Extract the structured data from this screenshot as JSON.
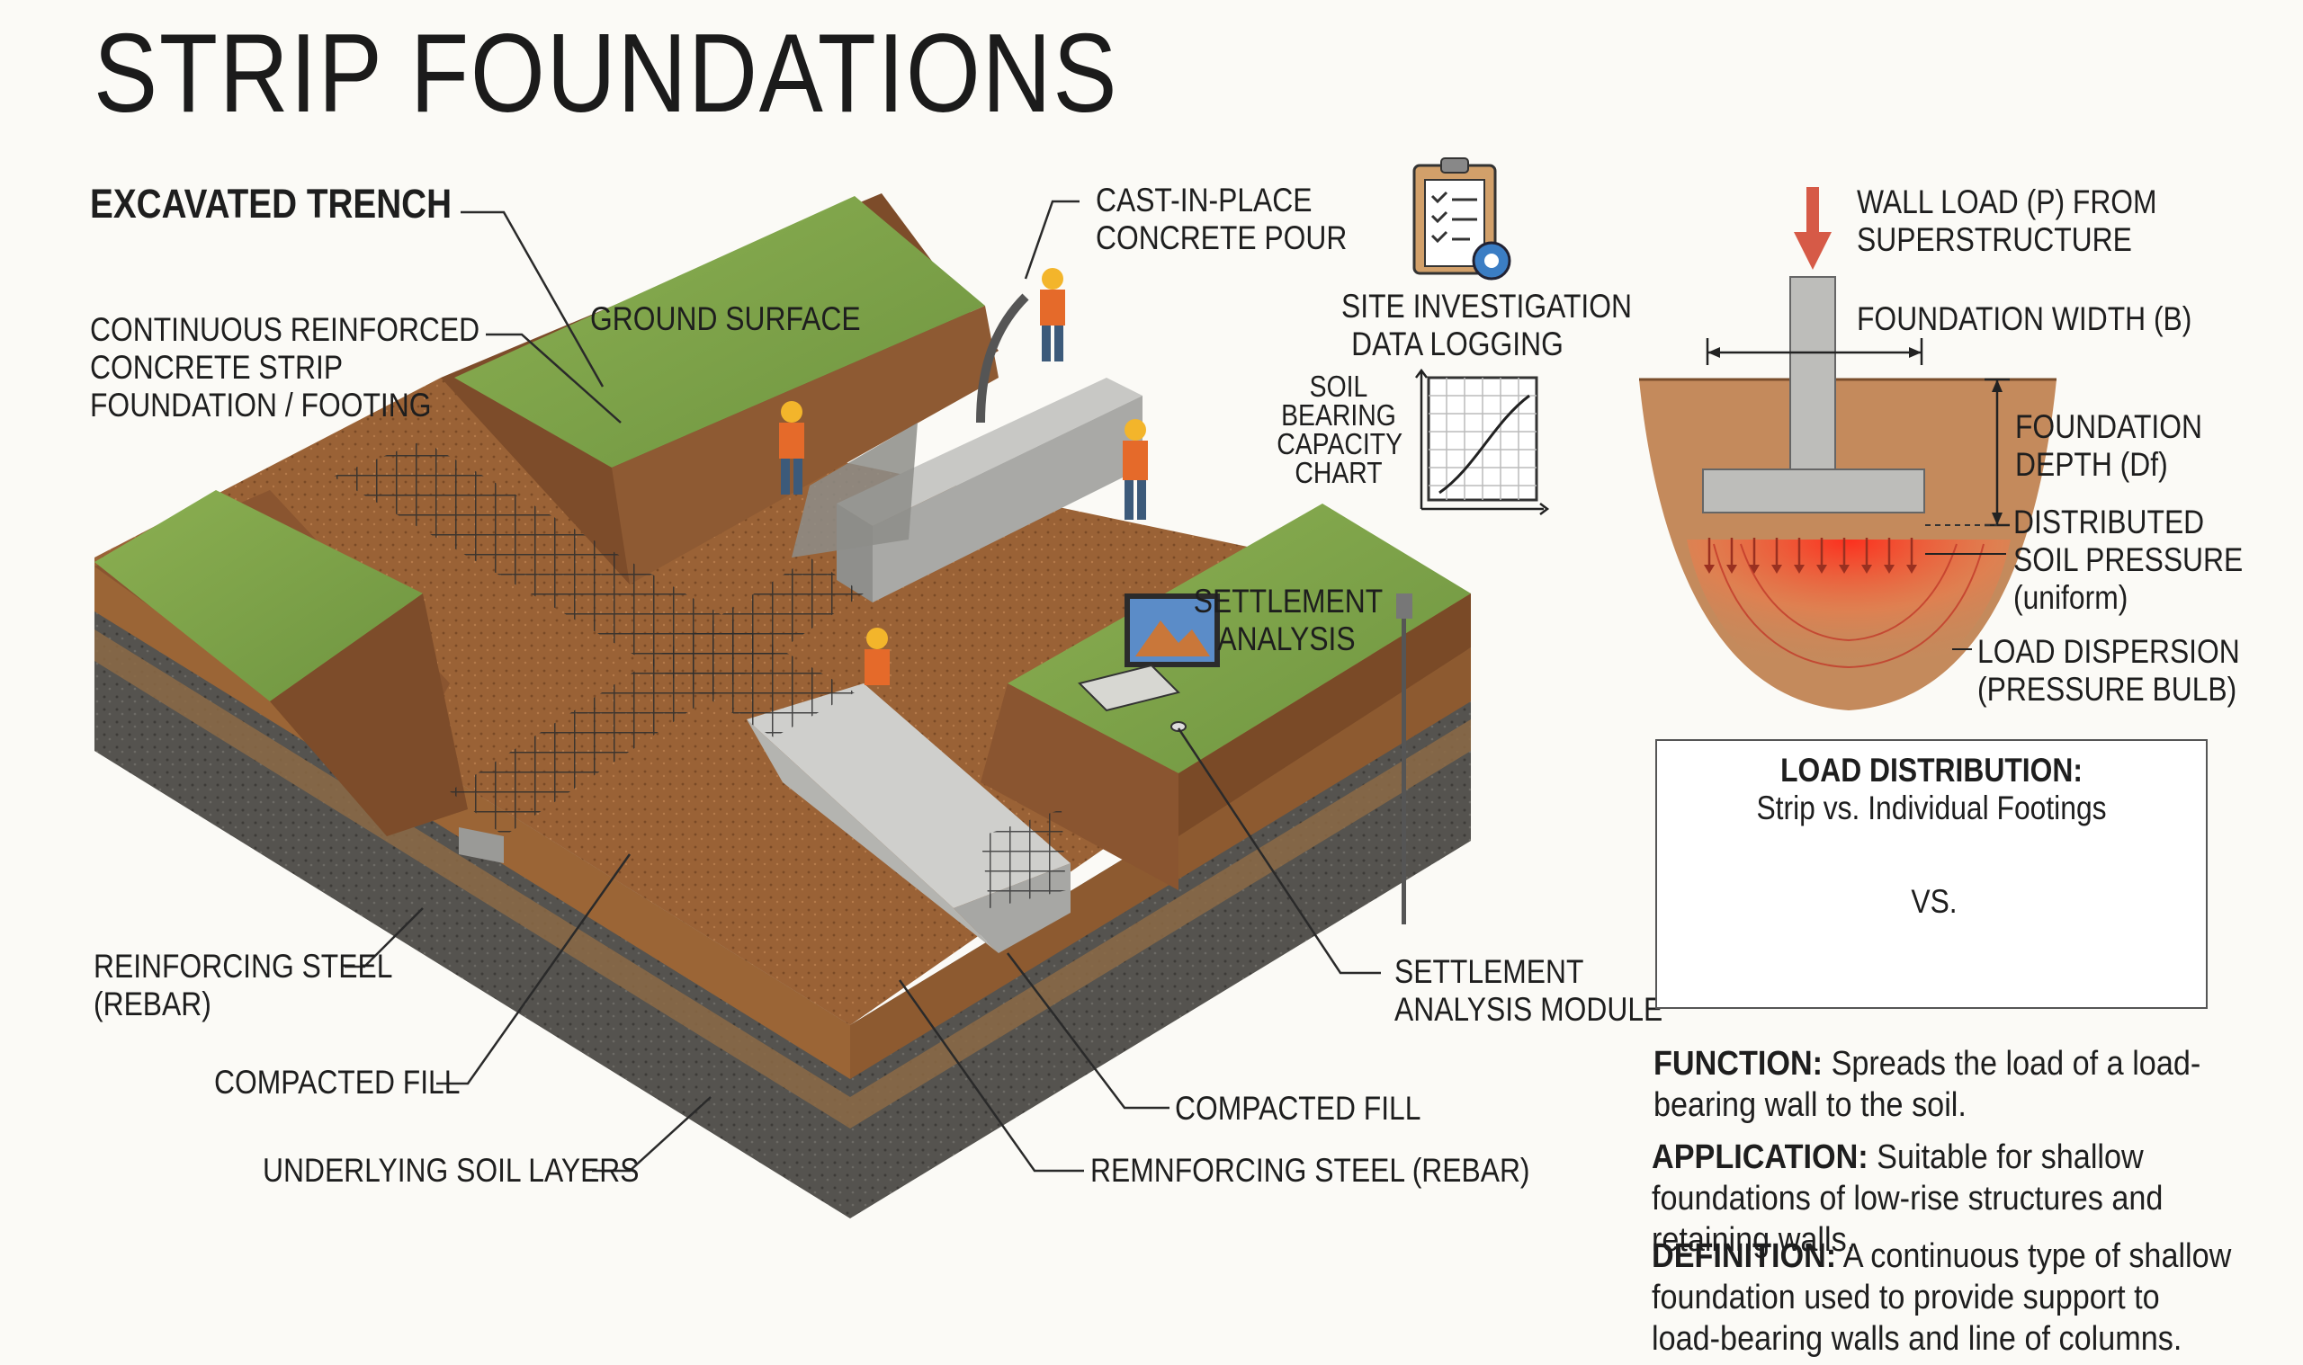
{
  "title": "STRIP FOUNDATIONS",
  "labels": {
    "excavated_trench": "EXCAVATED TRENCH",
    "continuous_footing": [
      "CONTINUOUS REINFORCED",
      "CONCRETE STRIP",
      "FOUNDATION / FOOTING"
    ],
    "ground_surface": "GROUND SURFACE",
    "cast_in_place": [
      "CAST-IN-PLACE",
      "CONCRETE POUR"
    ],
    "site_investigation": [
      "SITE INVESTIGATION",
      "DATA LOGGING"
    ],
    "soil_bearing_chart": [
      "SOIL",
      "BEARING",
      "CAPACITY",
      "CHART"
    ],
    "settlement_analysis": [
      "SETTLEMENT",
      "ANALYSIS"
    ],
    "reinforcing_steel_left": [
      "REINFORCING STEEL",
      "(REBAR)"
    ],
    "compacted_fill_left": "COMPACTED FILL",
    "underlying_soil": "UNDERLYING SOIL LAYERS",
    "compacted_fill_right": "COMPACTED FILL",
    "reinforcing_steel_right": "REMNFORCING STEEL (REBAR)",
    "settlement_module": [
      "SETTLEMENT",
      "ANALYSIS MODULE"
    ]
  },
  "section": {
    "wall_load": [
      "WALL LOAD (P) FROM",
      "SUPERSTRUCTURE"
    ],
    "foundation_width": "FOUNDATION WIDTH (B)",
    "foundation_depth": [
      "FOUNDATION",
      "DEPTH (Df)"
    ],
    "distributed_pressure": [
      "DISTRIBUTED",
      "SOIL PRESSURE",
      "(uniform)"
    ],
    "load_dispersion": [
      "LOAD DISPERSION",
      "(PRESSURE BULB)"
    ]
  },
  "comparison": {
    "heading": "LOAD DISTRIBUTION:",
    "subheading": "Strip vs. Individual Footings",
    "vs": "VS."
  },
  "descriptions": [
    {
      "term": "FUNCTION:",
      "text": " Spreads the load of a load-bearing wall to the soil."
    },
    {
      "term": "APPLICATION:",
      "text": " Suitable for shallow foundations of low-rise structures and retaining walls."
    },
    {
      "term": "DEFINITION:",
      "text": " A continuous type of shallow foundation used to provide support to load-bearing walls and line of columns."
    }
  ],
  "colors": {
    "grass": "#7fa34a",
    "soil_top": "#a56a3c",
    "soil_mid": "#8a5a33",
    "soil_dark": "#5a5a55",
    "concrete": "#b9b9b6",
    "pressure": "#e8453c",
    "load_arrow": "#d65a47"
  }
}
